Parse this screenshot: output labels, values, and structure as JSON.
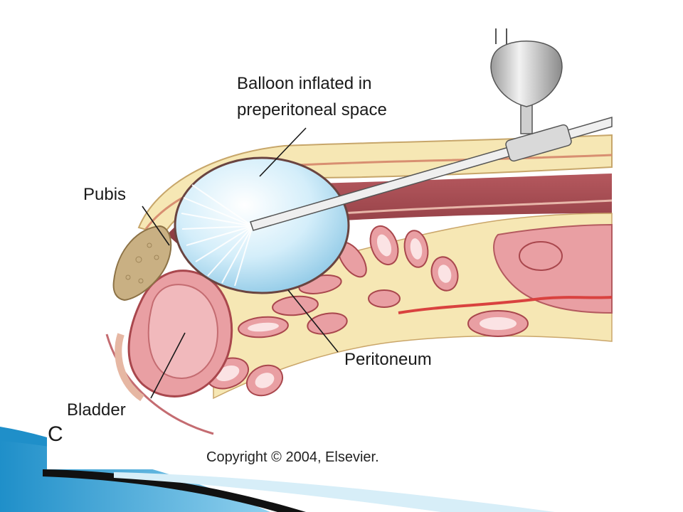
{
  "figure": {
    "panel_letter": "C",
    "labels": {
      "balloon_line1": "Balloon inflated in",
      "balloon_line2": "preperitoneal space",
      "pubis": "Pubis",
      "peritoneum": "Peritoneum",
      "bladder": "Bladder"
    },
    "copyright": "Copyright © 2004, Elsevier."
  },
  "colors": {
    "slide_accent_blue": "#1f8fc9",
    "slide_accent_light": "#8fd0ee",
    "slide_accent_dark": "#111111",
    "balloon": "#bfe4f6",
    "tissue_pink": "#e99fa3",
    "fat_yellow": "#f6e7b4",
    "bone_tan": "#c9b083"
  },
  "icons": {
    "corner_decoration": "swoosh-decoration",
    "instrument": "balloon-dissector-icon"
  }
}
